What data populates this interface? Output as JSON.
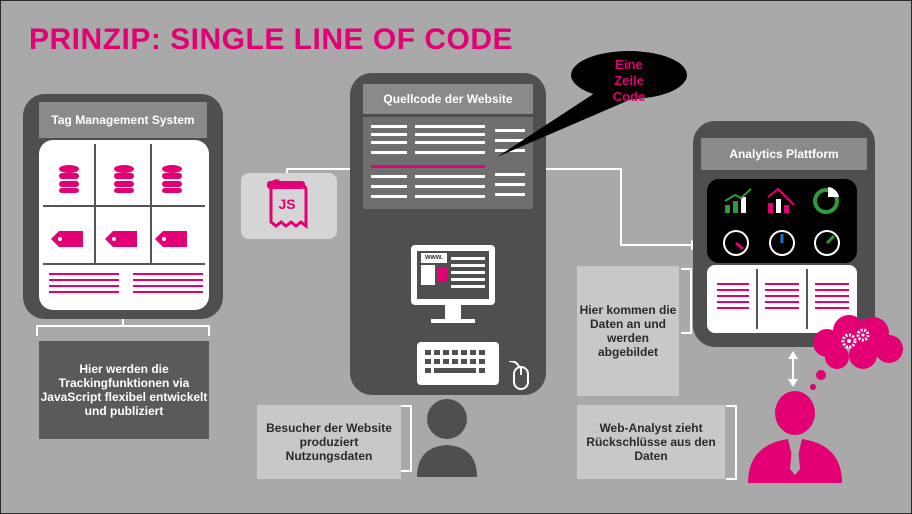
{
  "title": "PRINZIP: SINGLE LINE OF CODE",
  "tms": {
    "header": "Tag Management System",
    "note": "Hier werden die Trackingfunktionen via JavaScript flexibel entwickelt und publiziert"
  },
  "js_badge": "JS",
  "source": {
    "header": "Quellcode der Website"
  },
  "bubble": "Eine Zeile Code",
  "browser_label": "www.",
  "visitor_note": "Besucher der Website produziert Nutzungsdaten",
  "analytics": {
    "header": "Analytics Plattform",
    "data_note": "Hier kommen die Daten an und werden abgebildet"
  },
  "analyst_note": "Web-Analyst zieht Rückschlüsse aus den Daten",
  "colors": {
    "magenta": "#e20074",
    "dark_panel": "#4f4f4f",
    "background": "#a9a9a9"
  }
}
